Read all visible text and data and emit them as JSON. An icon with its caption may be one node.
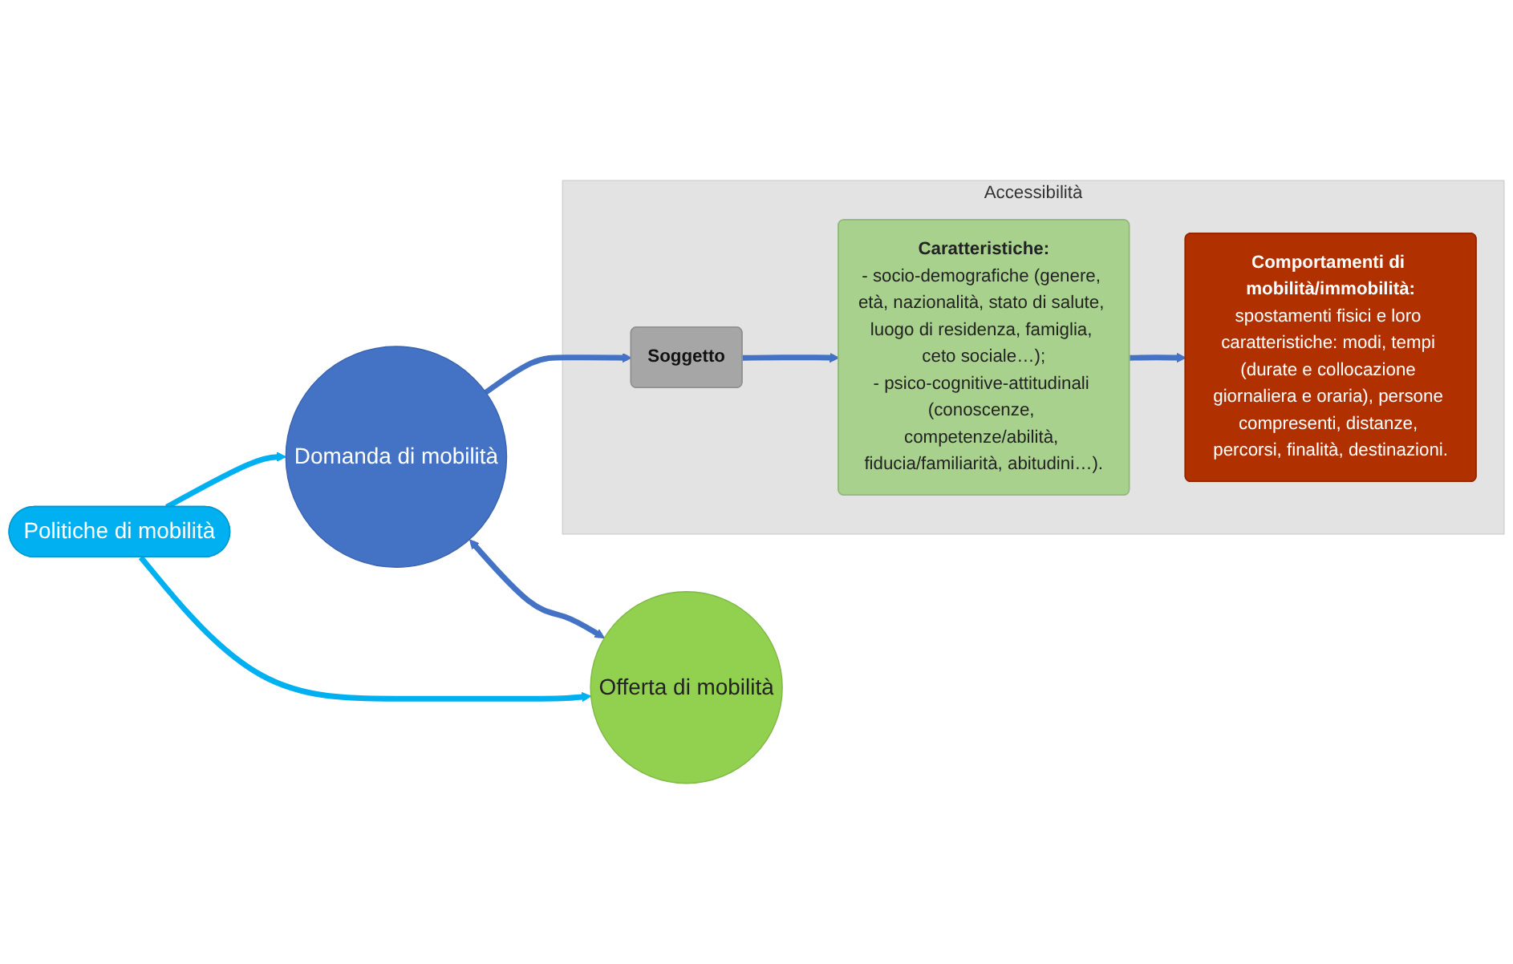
{
  "diagram": {
    "nodes": [
      {
        "text": [
          "Domanda di mobilità"
        ]
      },
      {
        "text": [
          "Offerta di mobilità"
        ]
      },
      {
        "text": [
          "Politiche di mobilità"
        ]
      },
      {
        "text": [
          "Accessibilità"
        ]
      },
      {
        "text": [
          "Soggetto"
        ],
        "in": 3
      },
      {
        "text": [
          "Caratteristiche:",
          "- socio-demografiche (genere, età, nazionalità, stato di salute, luogo di residenza, famiglia, ceto sociale…);",
          "- psico-cognitive-attitudinali (conoscenze, competenze/abilità, fiducia/familiarità, abitudini…)."
        ],
        "in": 3
      },
      {
        "text": [
          "Comportamenti di mobilità/immobilità:",
          "spostamenti fisici e loro caratteristiche: modi, tempi (durate e collocazione giornaliera e oraria), persone compresenti, distanze, percorsi, finalità, destinazioni."
        ],
        "in": 3
      }
    ],
    "edges": [
      {
        "from": 0,
        "to": 1,
        "arrow": "both"
      },
      {
        "from": 2,
        "to": 0,
        "arrow": "to",
        "color": "#00b0f0"
      },
      {
        "from": 2,
        "to": 1,
        "arrow": "to",
        "color": "#00b0f0"
      },
      {
        "from": 0,
        "to": 4,
        "arrow": "to"
      },
      {
        "from": 4,
        "to": 5,
        "arrow": "to"
      },
      {
        "from": 5,
        "to": 6,
        "arrow": "to"
      }
    ]
  }
}
